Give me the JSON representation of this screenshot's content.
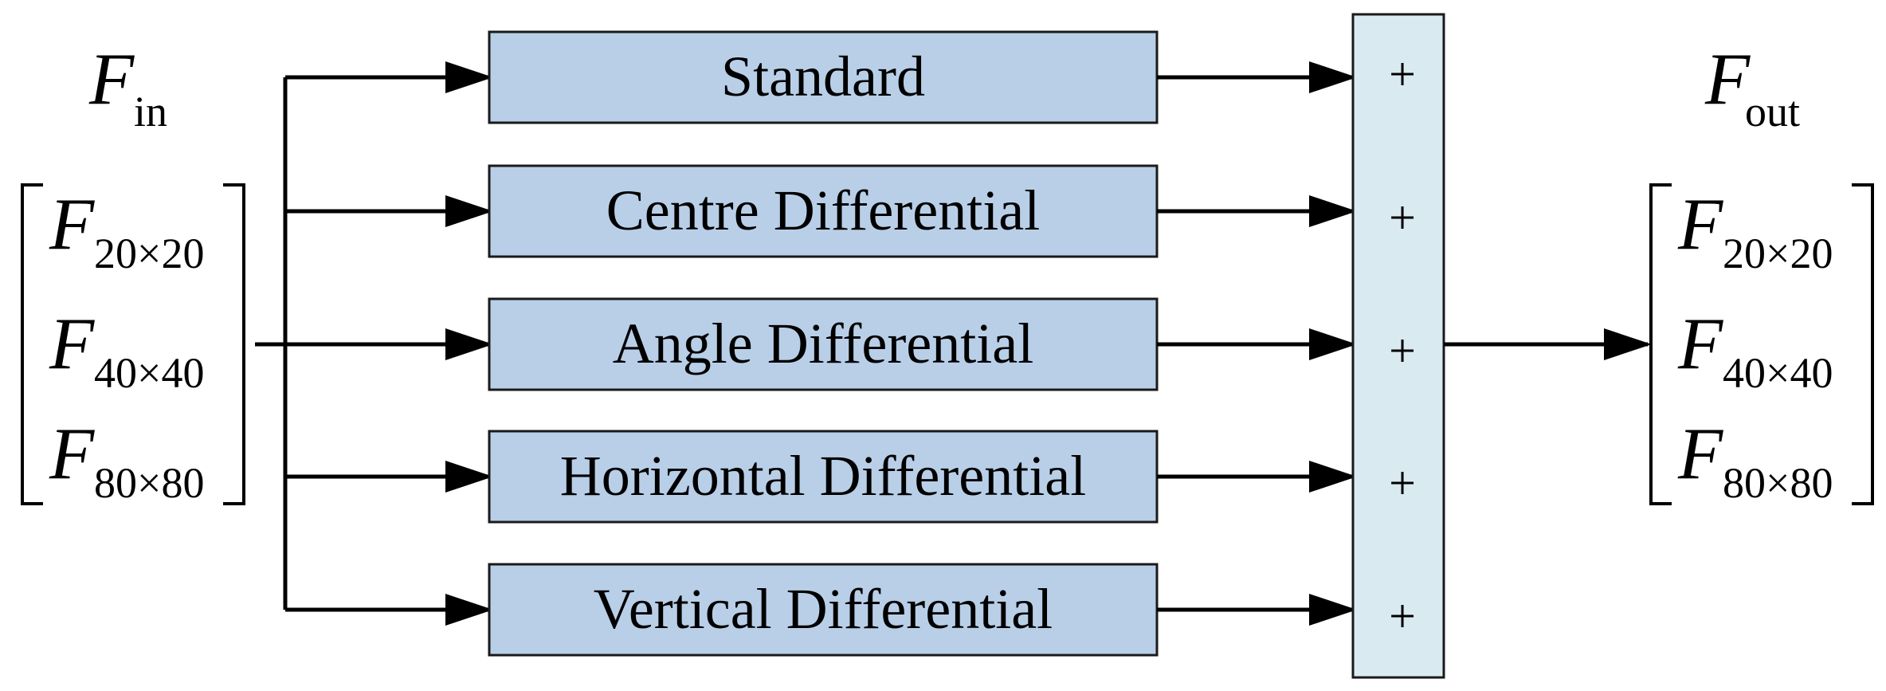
{
  "input": {
    "symbol": "F",
    "subscript": "in",
    "matrix": [
      {
        "symbol": "F",
        "subscript": "20×20"
      },
      {
        "symbol": "F",
        "subscript": "40×40"
      },
      {
        "symbol": "F",
        "subscript": "80×80"
      }
    ]
  },
  "output": {
    "symbol": "F",
    "subscript": "out",
    "matrix": [
      {
        "symbol": "F",
        "subscript": "20×20"
      },
      {
        "symbol": "F",
        "subscript": "40×40"
      },
      {
        "symbol": "F",
        "subscript": "80×80"
      }
    ]
  },
  "branches": [
    {
      "label": "Standard"
    },
    {
      "label": "Centre Differential"
    },
    {
      "label": "Angle Differential"
    },
    {
      "label": "Horizontal Differential"
    },
    {
      "label": "Vertical Differential"
    }
  ],
  "sum_signs": [
    "+",
    "+",
    "+",
    "+",
    "+"
  ],
  "colors": {
    "box_fill": "#b9cfe8",
    "sum_fill": "#daeaf1",
    "line": "#000000"
  }
}
